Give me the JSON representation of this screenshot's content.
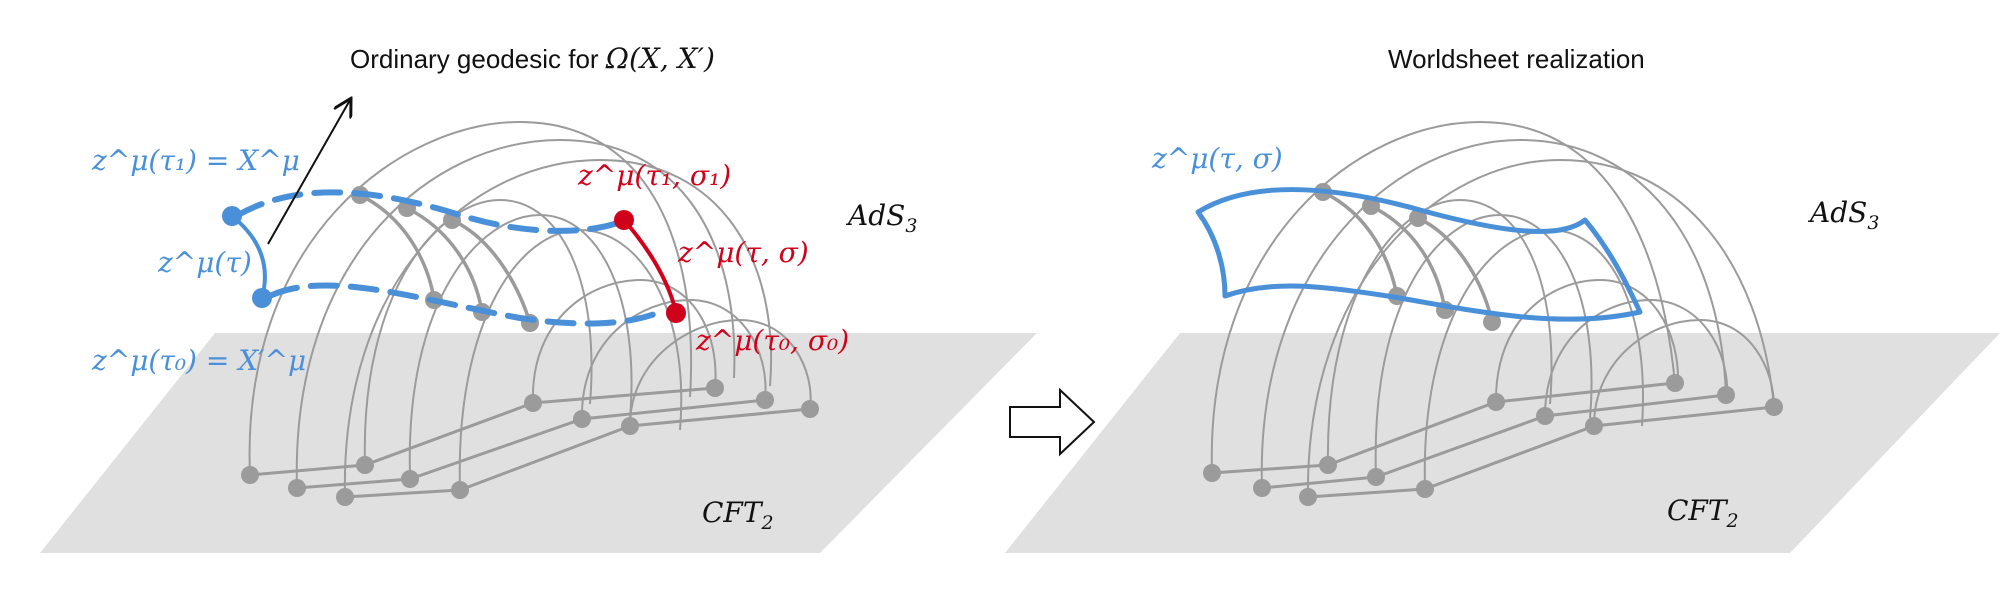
{
  "left_panel": {
    "caption_text": "Ordinary geodesic for ",
    "caption_math": "Ω(X, X′)",
    "space_label": "AdS",
    "space_sub": "3",
    "boundary_label": "CFT",
    "boundary_sub": "2",
    "top_label": "z^μ(τ₁) = X^μ",
    "mid_label": "z^μ(τ)",
    "bottom_label": "z^μ(τ₀) = X′^μ",
    "red_top_label": "z^μ(τ₁, σ₁)",
    "red_mid_label": "z^μ(τ, σ)",
    "red_bottom_label": "z^μ(τ₀, σ₀)"
  },
  "right_panel": {
    "caption": "Worldsheet realization",
    "space_label": "AdS",
    "space_sub": "3",
    "boundary_label": "CFT",
    "boundary_sub": "2",
    "sheet_label": "z^μ(τ, σ)"
  },
  "colors": {
    "blue": "#4a90d9",
    "red": "#d0021b",
    "grey_line": "#999999",
    "grey_node": "#9b9b9b",
    "plane": "#e0e0e0",
    "black": "#111111"
  }
}
